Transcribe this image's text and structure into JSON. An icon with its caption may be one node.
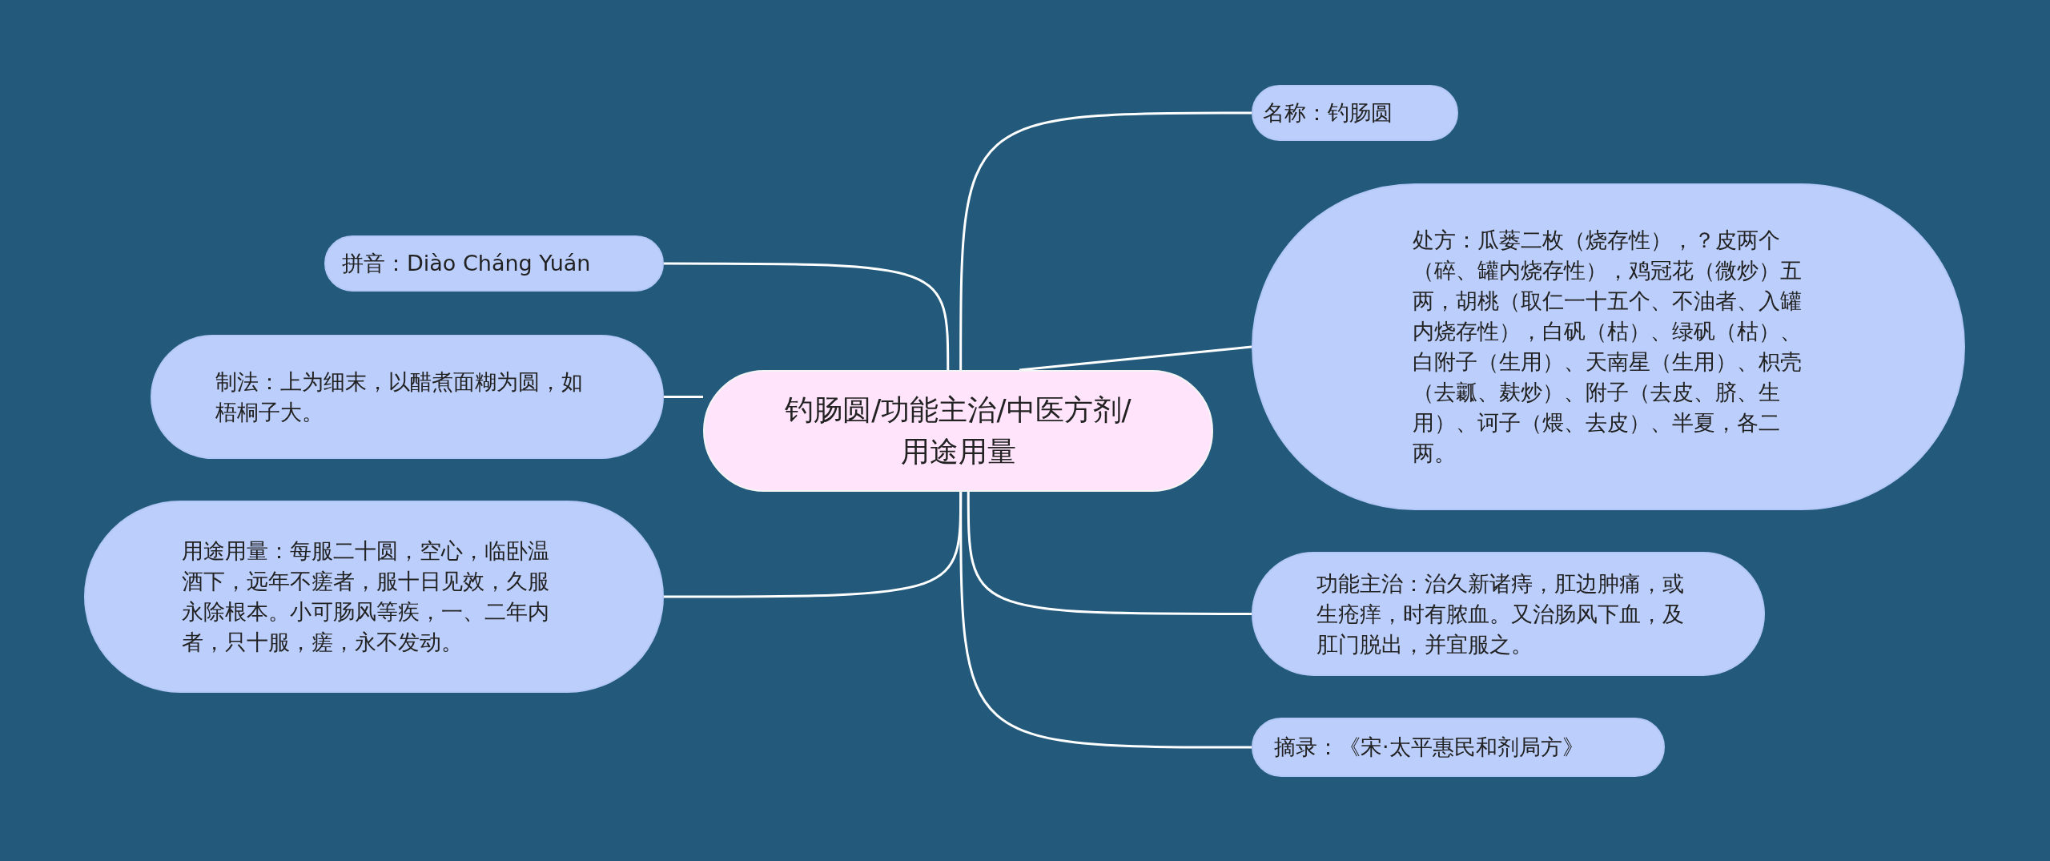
{
  "diagram": {
    "nodes": [
      {
        "text": [
          "钓肠圆/功能主治/中医方剂/用途用量"
        ]
      },
      {
        "text": [
          "名称：钓肠圆"
        ]
      },
      {
        "text": [
          "处方：瓜蒌二枚（烧存性），？皮两个（碎、罐内烧存性），鸡冠花（微炒）五两，胡桃（取仁一十五个、不油者、入罐内烧存性），白矾（枯）、绿矾（枯）、白附子（生用）、天南星（生用）、枳壳（去瓤、麸炒）、附子（去皮、脐、生用）、诃子（煨、去皮）、半夏，各二两。"
        ]
      },
      {
        "text": [
          "功能主治：治久新诸痔，肛边肿痛，或生疮痒，时有脓血。又治肠风下血，及肛门脱出，并宜服之。"
        ]
      },
      {
        "text": [
          "摘录：《宋·太平惠民和剂局方》"
        ]
      },
      {
        "text": [
          "拼音：Diào Cháng Yuán"
        ]
      },
      {
        "text": [
          "制法：上为细末，以醋煮面糊为圆，如梧桐子大。"
        ]
      },
      {
        "text": [
          "用途用量：每服二十圆，空心，临卧温酒下，远年不瘥者，服十日见效，久服永除根本。小可肠风等疾，一、二年内者，只十服，瘥，永不发动。"
        ]
      }
    ],
    "edges": [
      {
        "from": 0,
        "to": 1,
        "arrow": "none"
      },
      {
        "from": 0,
        "to": 2,
        "arrow": "none"
      },
      {
        "from": 0,
        "to": 3,
        "arrow": "none"
      },
      {
        "from": 0,
        "to": 4,
        "arrow": "none"
      },
      {
        "from": 0,
        "to": 5,
        "arrow": "none"
      },
      {
        "from": 0,
        "to": 6,
        "arrow": "none"
      },
      {
        "from": 0,
        "to": 7,
        "arrow": "none"
      }
    ]
  }
}
